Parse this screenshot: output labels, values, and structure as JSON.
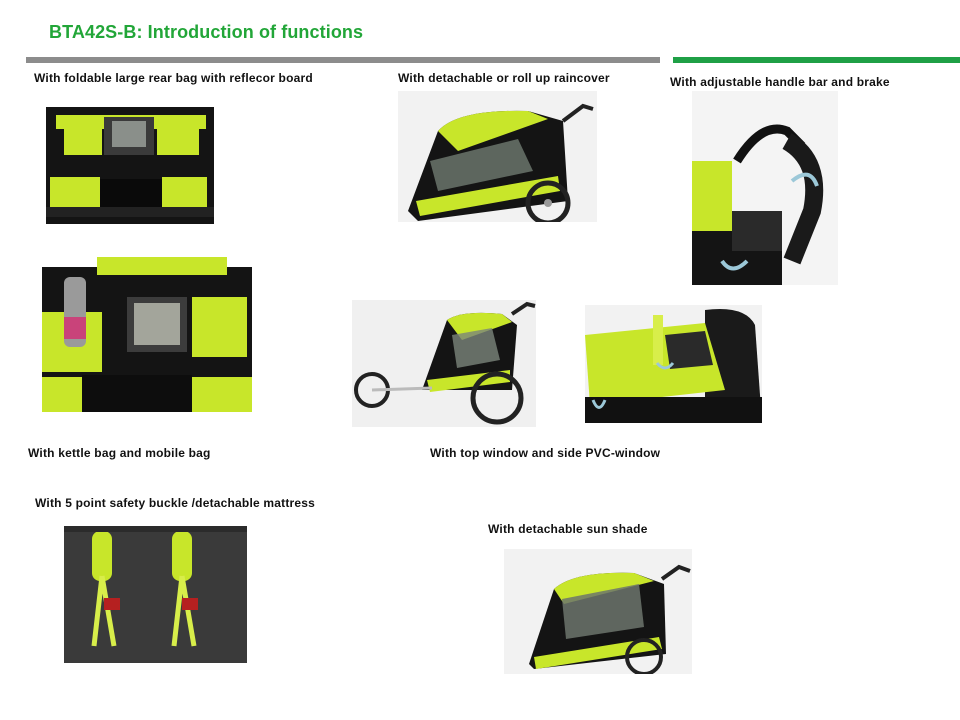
{
  "page": {
    "title": "BTA42S-B:  Introduction of functions"
  },
  "captions": {
    "rear_bag": "With foldable large rear bag with reflecor board",
    "raincover": "With detachable  or roll up raincover",
    "handle_bar": "With  adjustable handle bar and  brake",
    "kettle_bag": "With kettle bag and mobile bag",
    "top_window": "With  top window and side PVC-window",
    "safety_buckle": "With  5 point safety buckle /detachable mattress",
    "sun_shade": "With  detachable sun shade"
  },
  "colors": {
    "title_green": "#22a638",
    "accent_green": "#1fa046",
    "divider_gray": "#8c8c8c",
    "fabric_lime": "#c8e62a",
    "fabric_black": "#141414"
  },
  "photos": [
    "rear-bag-photo",
    "raincover-photo",
    "handle-bar-photo",
    "kettle-bag-photo",
    "jogger-photo",
    "top-window-photo",
    "safety-buckle-photo",
    "sun-shade-photo"
  ]
}
